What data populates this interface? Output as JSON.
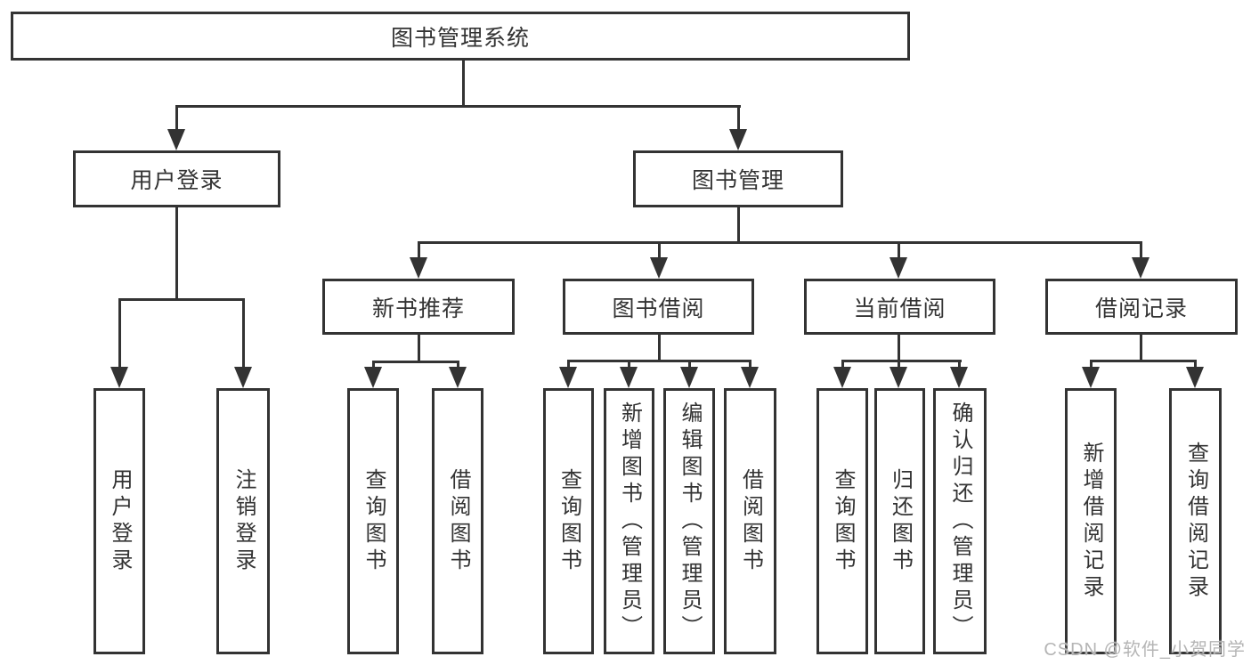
{
  "diagram": {
    "root": "图书管理系统",
    "level2": [
      {
        "label": "用户登录",
        "children": [
          "用户登录",
          "注销登录"
        ]
      },
      {
        "label": "图书管理"
      }
    ],
    "level3": [
      {
        "label": "新书推荐",
        "children": [
          "查询图书",
          "借阅图书"
        ]
      },
      {
        "label": "图书借阅",
        "children": [
          "查询图书",
          "新增图书（管理员）",
          "编辑图书（管理员）",
          "借阅图书"
        ]
      },
      {
        "label": "当前借阅",
        "children": [
          "查询图书",
          "归还图书",
          "确认归还（管理员）"
        ]
      },
      {
        "label": "借阅记录",
        "children": [
          "新增借阅记录",
          "查询借阅记录"
        ]
      }
    ]
  },
  "watermark": {
    "text": "CSDN @软件_小贺同学"
  },
  "colors": {
    "line": "#333333",
    "text": "#333333",
    "background": "#ffffff",
    "watermark": "#b5b5b5"
  }
}
